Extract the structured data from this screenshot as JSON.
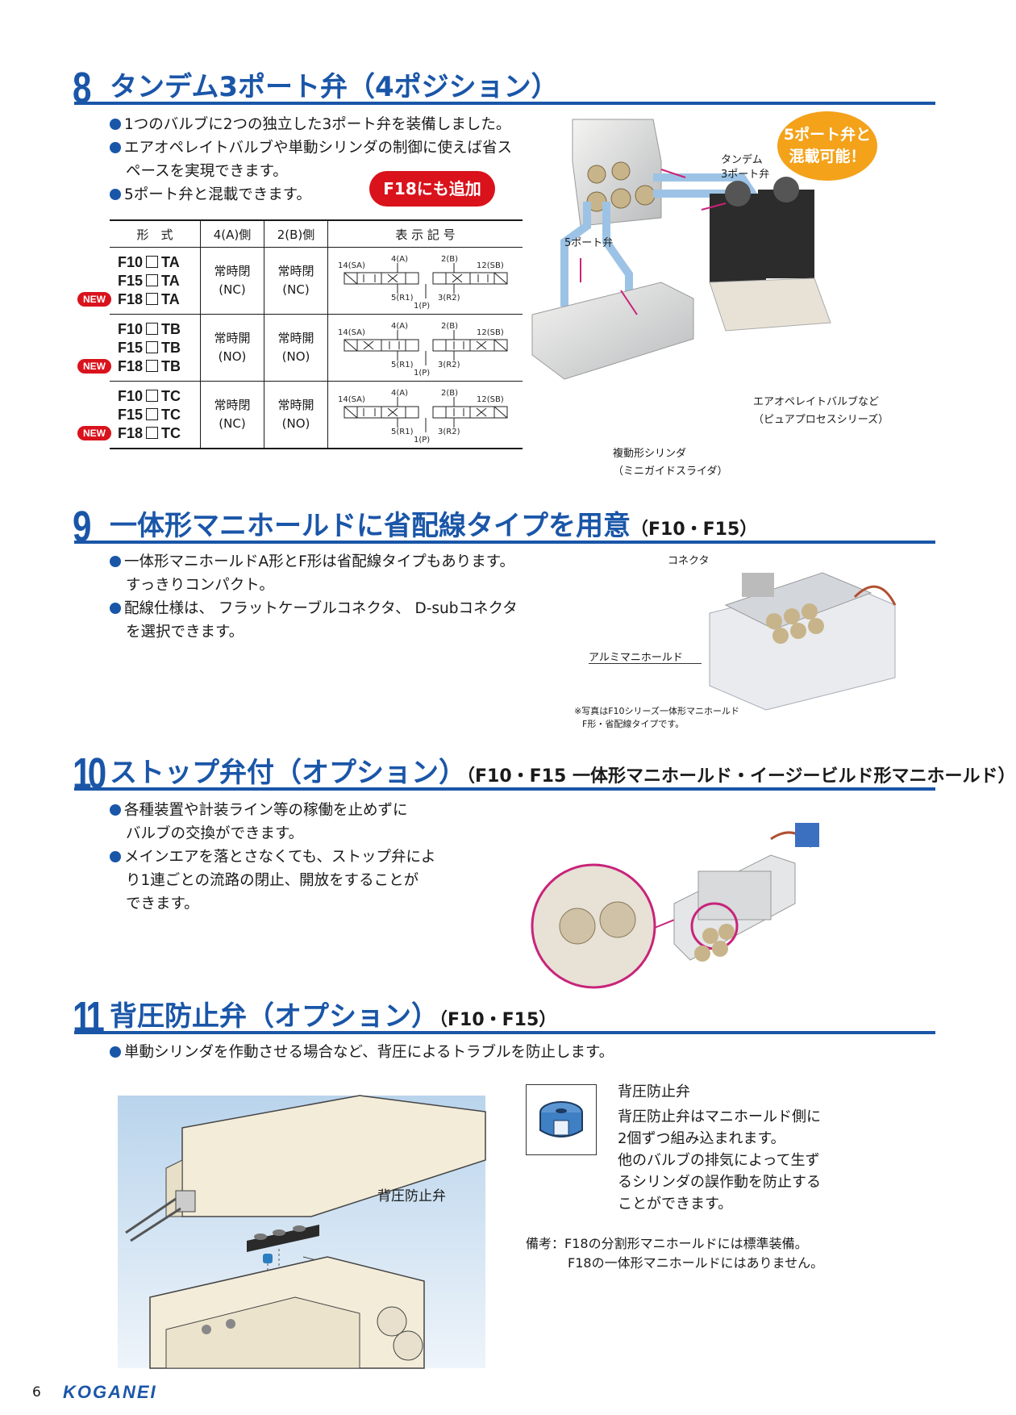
{
  "section8": {
    "num": "8",
    "title": "タンデム3ポート弁（4ポジション）",
    "bullets": [
      [
        "1つのバルブに2つの独立した3ポート弁を装備しました。"
      ],
      [
        "エアオペレイトバルブや単動シリンダの制御に使えば省ス",
        "ペースを実現できます。"
      ],
      [
        "5ポート弁と混載できます。"
      ]
    ],
    "tag": "F18にも追加",
    "table": {
      "headers": [
        "形　式",
        "4(A)側",
        "2(B)側",
        "表 示 記 号"
      ],
      "rows": [
        {
          "models": [
            "F10",
            "F15",
            "F18"
          ],
          "suffix": "TA",
          "a": [
            "常時閉",
            "(NC)"
          ],
          "b": [
            "常時閉",
            "(NC)"
          ]
        },
        {
          "models": [
            "F10",
            "F15",
            "F18"
          ],
          "suffix": "TB",
          "a": [
            "常時開",
            "(NO)"
          ],
          "b": [
            "常時開",
            "(NO)"
          ]
        },
        {
          "models": [
            "F10",
            "F15",
            "F18"
          ],
          "suffix": "TC",
          "a": [
            "常時閉",
            "(NC)"
          ],
          "b": [
            "常時開",
            "(NO)"
          ]
        }
      ],
      "new_badge": "NEW",
      "symbol_labels": {
        "p14": "14(SA)",
        "p4": "4(A)",
        "p2": "2(B)",
        "p12": "12(SB)",
        "p5": "5(R1)",
        "p1": "1(P)",
        "p3": "3(R2)"
      }
    },
    "photo_labels": {
      "tandem": [
        "タンデム",
        "3ポート弁"
      ],
      "bubble": [
        "5ポート弁と",
        "混載可能！"
      ],
      "port5": "5ポート弁",
      "airop": [
        "エアオペレイトバルブなど",
        "（ピュアプロセスシリーズ）"
      ],
      "cyl": [
        "複動形シリンダ",
        "（ミニガイドスライダ）"
      ]
    }
  },
  "section9": {
    "num": "9",
    "title": "一体形マニホールドに省配線タイプを用意",
    "sub": "（F10・F15）",
    "bullets": [
      [
        "一体形マニホールドA形とF形は省配線タイプもあります。",
        "すっきりコンパクト。"
      ],
      [
        "配線仕様は、 フラットケーブルコネクタ、 D-subコネクタ",
        "を選択できます。"
      ]
    ],
    "photo_labels": {
      "connector": "コネクタ",
      "manifold": "アルミマニホールド"
    },
    "note": [
      "※写真はF10シリーズ一体形マニホールド",
      "F形・省配線タイプです。"
    ]
  },
  "section10": {
    "num": "10",
    "title": "ストップ弁付（オプション）",
    "sub": "（F10・F15 一体形マニホールド・イージービルド形マニホールド）",
    "bullets": [
      [
        "各種装置や計装ライン等の稼働を止めずに",
        "バルブの交換ができます。"
      ],
      [
        "メインエアを落とさなくても、ストップ弁によ",
        "り1連ごとの流路の閉止、開放をすることが",
        "できます。"
      ]
    ]
  },
  "section11": {
    "num": "11",
    "title": "背圧防止弁（オプション）",
    "sub": "（F10・F15）",
    "bullets": [
      [
        "単動シリンダを作動させる場合など、背圧によるトラブルを防止します。"
      ]
    ],
    "diagram_label": "背圧防止弁",
    "part_title": "背圧防止弁",
    "part_desc": [
      "背圧防止弁はマニホールド側に",
      "2個ずつ組み込まれます。",
      "他のバルブの排気によって生ず",
      "るシリンダの誤作動を防止する",
      "ことができます。"
    ],
    "remark_label": "備考：",
    "remarks": [
      "F18の分割形マニホールドには標準装備。",
      "F18の一体形マニホールドにはありません。"
    ]
  },
  "footer": {
    "page": "6",
    "logo": "KOGANEI"
  },
  "colors": {
    "accent": "#1a56a8",
    "new": "#d9121c",
    "bubble": "#f3a21a"
  }
}
